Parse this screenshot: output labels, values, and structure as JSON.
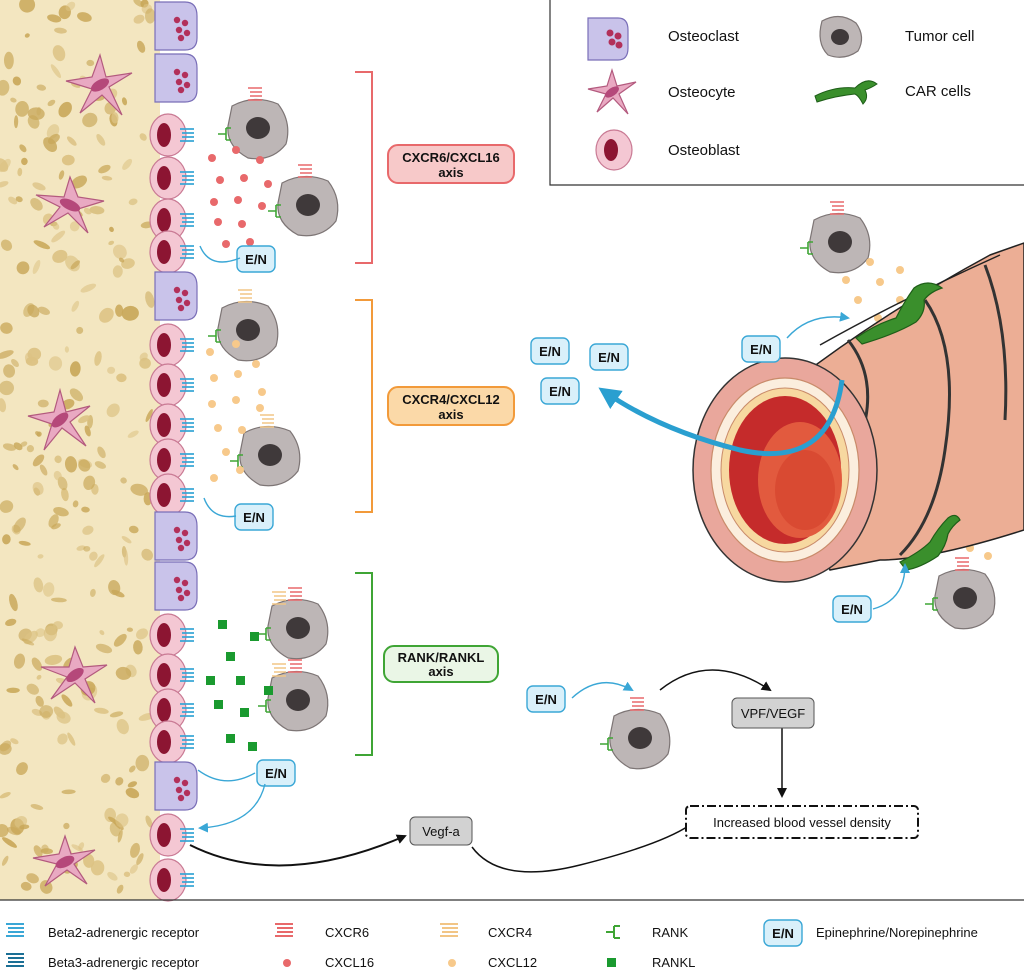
{
  "top_legend": {
    "osteoclast": "Osteoclast",
    "osteocyte": "Osteocyte",
    "osteoblast": "Osteoblast",
    "tumor_cell": "Tumor cell",
    "car_cells": "CAR cells"
  },
  "axes": {
    "cxcr6": {
      "name": "CXCR6/CXCL16",
      "suffix": "axis",
      "color": "#e8696b",
      "fill": "#f7c9c9"
    },
    "cxcr4": {
      "name": "CXCR4/CXCL12",
      "suffix": "axis",
      "color": "#f29a3a",
      "fill": "#fbd9a8"
    },
    "rank": {
      "name": "RANK/RANKL",
      "suffix": "axis",
      "color": "#3fa535",
      "fill": "#eaf6e6"
    }
  },
  "en_label": "E/N",
  "boxes": {
    "vegf_a": "Vegf-a",
    "vpf_vegf": "VPF/VEGF",
    "increased_density": "Increased blood vessel density"
  },
  "bottom_legend": {
    "beta2": "Beta2-adrenergic receptor",
    "beta3": "Beta3-adrenergic receptor",
    "cxcr6": "CXCR6",
    "cxcl16": "CXCL16",
    "cxcr4": "CXCR4",
    "cxcl12": "CXCL12",
    "rank": "RANK",
    "rankl": "RANKL",
    "en_key": "E/N",
    "en_desc": "Epinephrine/Norepinephrine"
  },
  "colors": {
    "bone": "#f3e6c0",
    "bone_spot": "#c9a85a",
    "osteoclast": "#c9c3ea",
    "osteoblast": "#f4c7d3",
    "nucleus": "#8c1532",
    "tumor": "#b7b0b1",
    "en_fill": "#d9f0fa",
    "en_stroke": "#3aa7d6",
    "car": "#3a8f2c",
    "vessel": "#ecae95",
    "arrow_blue": "#2a9fd0"
  }
}
